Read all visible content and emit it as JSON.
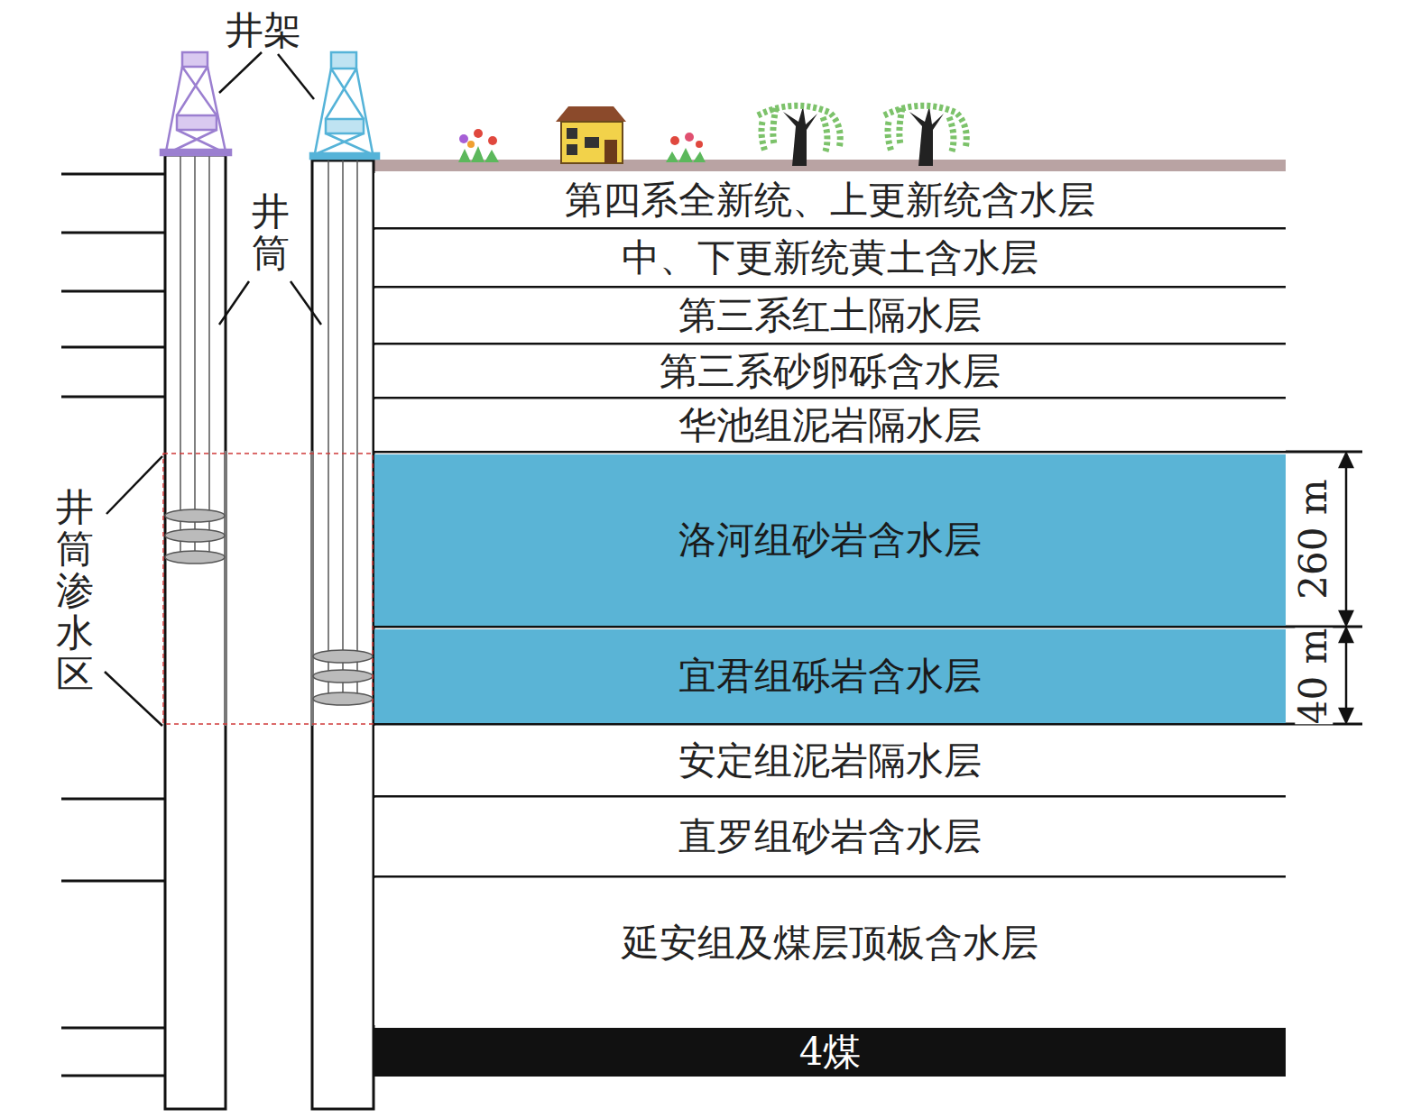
{
  "diagram": {
    "nodes": [
      {
        "text": [
          "第四系全新统、上更新统含水层"
        ]
      },
      {
        "text": [
          "中、下更新统黄土含水层"
        ]
      },
      {
        "text": [
          "第三系红土隔水层"
        ]
      },
      {
        "text": [
          "第三系砂卵砾含水层"
        ]
      },
      {
        "text": [
          "华池组泥岩隔水层"
        ]
      },
      {
        "text": [
          "洛河组砂岩含水层"
        ]
      },
      {
        "text": [
          "宜君组砾岩含水层"
        ]
      },
      {
        "text": [
          "安定组泥岩隔水层"
        ]
      },
      {
        "text": [
          "直罗组砂岩含水层"
        ]
      },
      {
        "text": [
          "延安组及煤层顶板含水层"
        ]
      },
      {
        "text": [
          "4煤"
        ]
      }
    ],
    "labels": [
      "井架",
      "井筒",
      "井筒渗水区",
      "260 m",
      "40 m"
    ]
  }
}
